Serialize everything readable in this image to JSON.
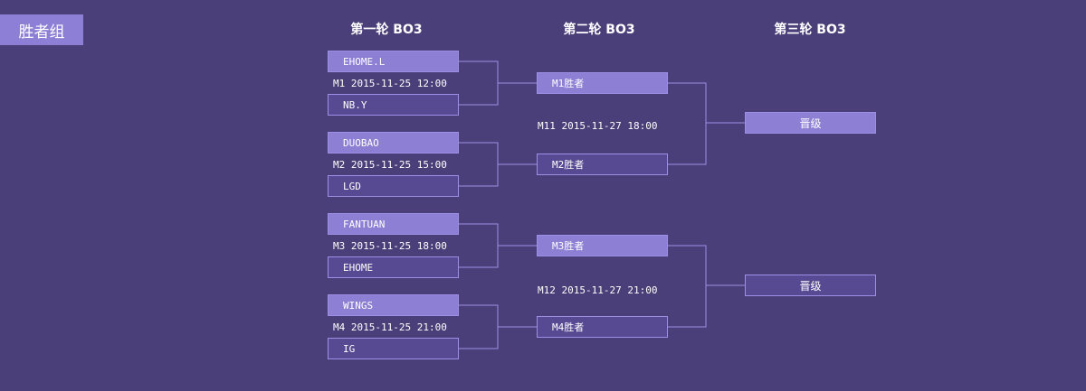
{
  "group_tab": "胜者组",
  "rounds": [
    {
      "title": "第一轮 BO3"
    },
    {
      "title": "第二轮 BO3"
    },
    {
      "title": "第三轮 BO3"
    }
  ],
  "round1": [
    {
      "top": "EHOME.L",
      "info": "M1 2015-11-25 12:00",
      "bottom": "NB.Y"
    },
    {
      "top": "DUOBAO",
      "info": "M2 2015-11-25 15:00",
      "bottom": "LGD"
    },
    {
      "top": "FANTUAN",
      "info": "M3 2015-11-25 18:00",
      "bottom": "EHOME"
    },
    {
      "top": "WINGS",
      "info": "M4 2015-11-25 21:00",
      "bottom": "IG"
    }
  ],
  "round2": [
    {
      "top": "M1胜者",
      "info": "M11 2015-11-27 18:00",
      "bottom": "M2胜者"
    },
    {
      "top": "M3胜者",
      "info": "M12 2015-11-27 21:00",
      "bottom": "M4胜者"
    }
  ],
  "round3": [
    {
      "label": "晋级"
    },
    {
      "label": "晋级"
    }
  ],
  "colors": {
    "background": "#4a3f78",
    "slot_light": "#8c7fd4",
    "slot_dark": "#574a92",
    "line": "#9d8fe6",
    "text": "#ffffff"
  }
}
